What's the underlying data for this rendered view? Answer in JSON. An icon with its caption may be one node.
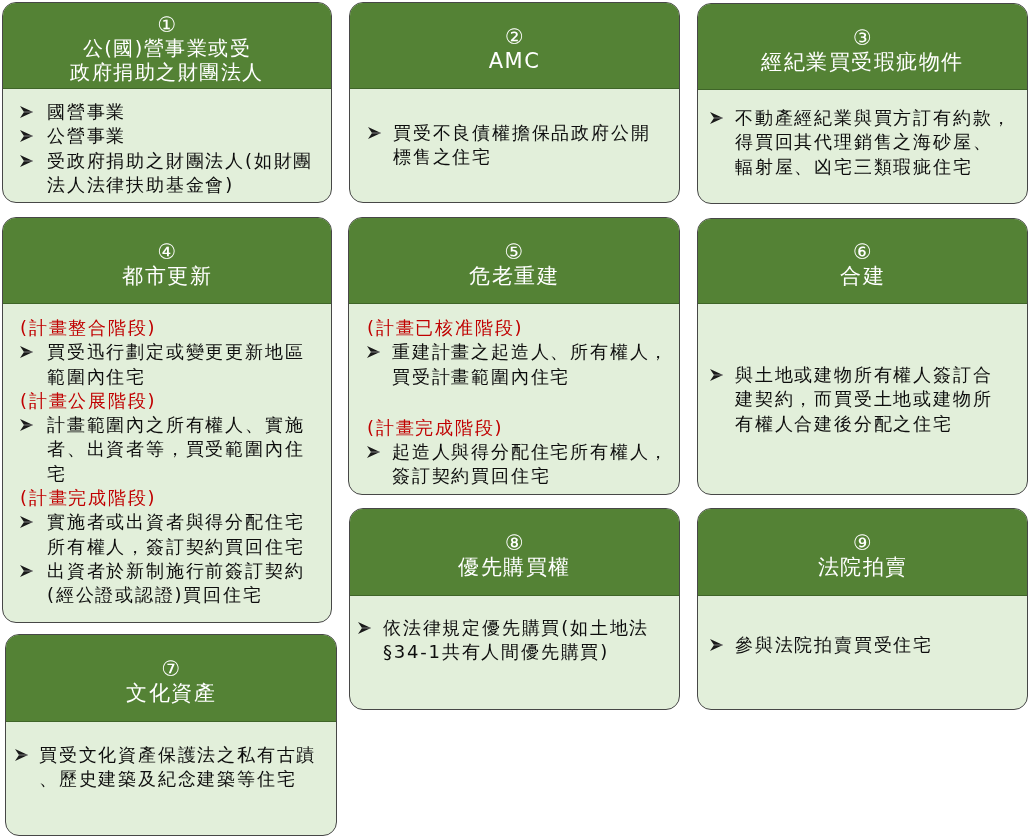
{
  "diagram": {
    "nodes": [
      {
        "text": [
          "①",
          "公(國)營事業或受政府捐助之財團法人",
          "國營事業",
          "公營事業",
          "受政府捐助之財團法人(如財團法人法律扶助基金會)"
        ]
      },
      {
        "text": [
          "②",
          "AMC",
          "買受不良債權擔保品政府公開標售之住宅"
        ]
      },
      {
        "text": [
          "③",
          "經紀業買受瑕疵物件",
          "不動產經紀業與買方訂有約款，得買回其代理銷售之海砂屋、輻射屋、凶宅三類瑕疵住宅"
        ]
      },
      {
        "text": [
          "④",
          "都市更新",
          "(計畫整合階段)",
          "買受迅行劃定或變更更新地區範圍內住宅",
          "(計畫公展階段)",
          "計畫範圍內之所有權人、實施者、出資者等，買受範圍內住宅",
          "(計畫完成階段)",
          "實施者或出資者與得分配住宅所有權人，簽訂契約買回住宅",
          "出資者於新制施行前簽訂契約(經公證或認證)買回住宅"
        ]
      },
      {
        "text": [
          "⑤",
          "危老重建",
          "(計畫已核准階段)",
          "重建計畫之起造人、所有權人，買受計畫範圍內住宅",
          "(計畫完成階段)",
          "起造人與得分配住宅所有權人，簽訂契約買回住宅"
        ]
      },
      {
        "text": [
          "⑥",
          "合建",
          "與土地或建物所有權人簽訂合建契約，而買受土地或建物所有權人合建後分配之住宅"
        ]
      },
      {
        "text": [
          "⑦",
          "文化資產",
          "買受文化資產保護法之私有古蹟、歷史建築及紀念建築等住宅"
        ]
      },
      {
        "text": [
          "⑧",
          "優先購買權",
          "依法律規定優先購買(如土地法§34-1共有人間優先購買)"
        ]
      },
      {
        "text": [
          "⑨",
          "法院拍賣",
          "參與法院拍賣買受住宅"
        ]
      }
    ]
  }
}
